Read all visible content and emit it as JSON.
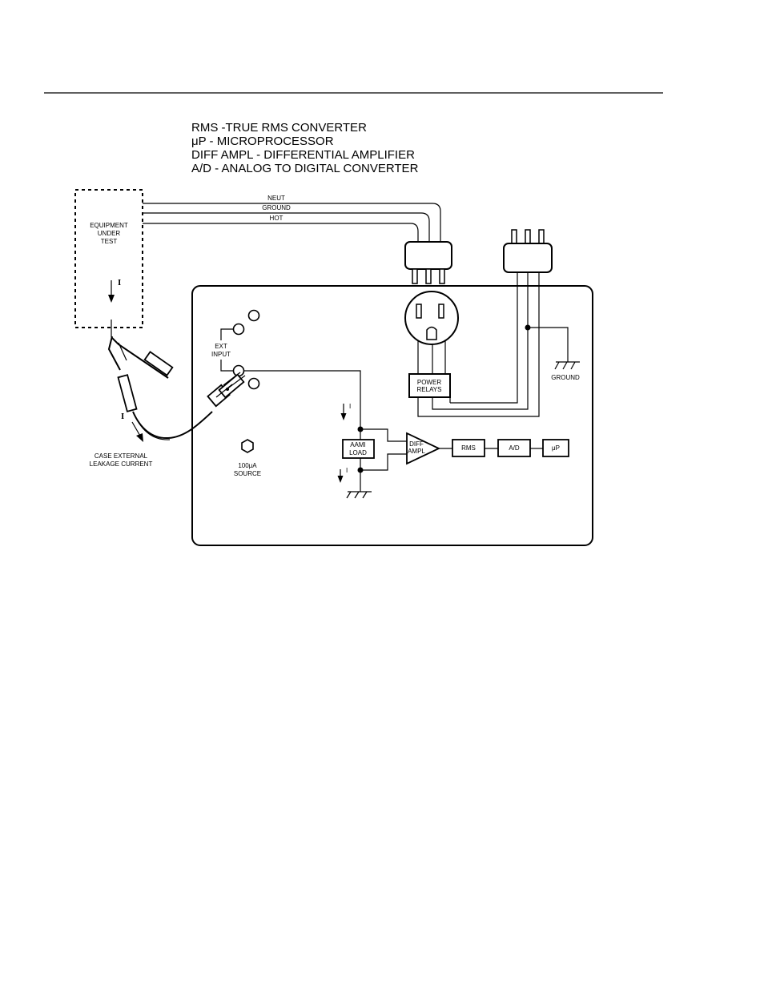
{
  "legend": {
    "line1": "RMS -TRUE RMS CONVERTER",
    "line2": "μP - MICROPROCESSOR",
    "line3": "DIFF AMPL - DIFFERENTIAL AMPLIFIER",
    "line4": "A/D - ANALOG TO DIGITAL CONVERTER"
  },
  "eut": {
    "line1": "EQUIPMENT",
    "line2": "UNDER",
    "line3": "TEST"
  },
  "wires": {
    "neut": "NEUT",
    "ground": "GROUND",
    "hot": "HOT"
  },
  "current_symbol": "I",
  "ext_input": {
    "line1": "EXT",
    "line2": "INPUT"
  },
  "leakage": {
    "line1": "CASE EXTERNAL",
    "line2": "LEAKAGE CURRENT"
  },
  "source": {
    "line1": "100μA",
    "line2": "SOURCE"
  },
  "power_relays": {
    "line1": "POWER",
    "line2": "RELAYS"
  },
  "ground_label": "GROUND",
  "aami": {
    "line1": "AAMI",
    "line2": "LOAD"
  },
  "diff": {
    "line1": "DIFF",
    "line2": "AMPL"
  },
  "blocks": {
    "rms": "RMS",
    "ad": "A/D",
    "up": "μP"
  }
}
